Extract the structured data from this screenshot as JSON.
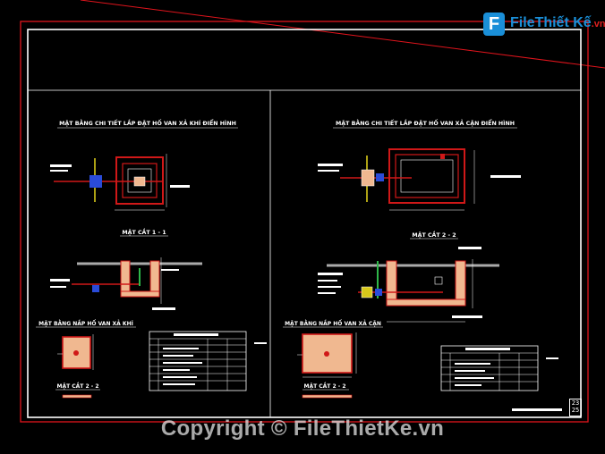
{
  "drawing": {
    "left_panel": {
      "plan_title": "MẶT BẰNG CHI TIẾT LẮP ĐẶT HỐ VAN XẢ KHÍ ĐIỂN HÌNH",
      "section_title": "MẶT CẮT 1 - 1",
      "cover_plan_title": "MẶT BẰNG NẮP HỐ VAN XẢ KHÍ",
      "cover_section_title": "MẶT CẮT 2 - 2"
    },
    "right_panel": {
      "plan_title": "MẶT BẰNG CHI TIẾT LẮP ĐẶT HỐ VAN XẢ CẶN ĐIỂN HÌNH",
      "section_title": "MẶT CẮT 2 - 2",
      "cover_plan_title": "MẶT BẰNG NẮP HỐ VAN XẢ CẶN",
      "cover_section_title": "MẶT CẮT 2 - 2"
    },
    "page_number": "23",
    "page_total": "25",
    "colors": {
      "background": "#000000",
      "frame_red": "#e0141c",
      "frame_white": "#ffffff",
      "wall_red": "#d01818",
      "pipe_blue": "#2a4bd8",
      "valve_yellow": "#d8c81a",
      "fill_peach": "#f0b890"
    }
  },
  "logo": {
    "brand": "FileThiết Kế",
    "domain": ".vn",
    "mark": "F"
  },
  "watermark": {
    "text": "Copyright © FileThietKe.vn"
  }
}
